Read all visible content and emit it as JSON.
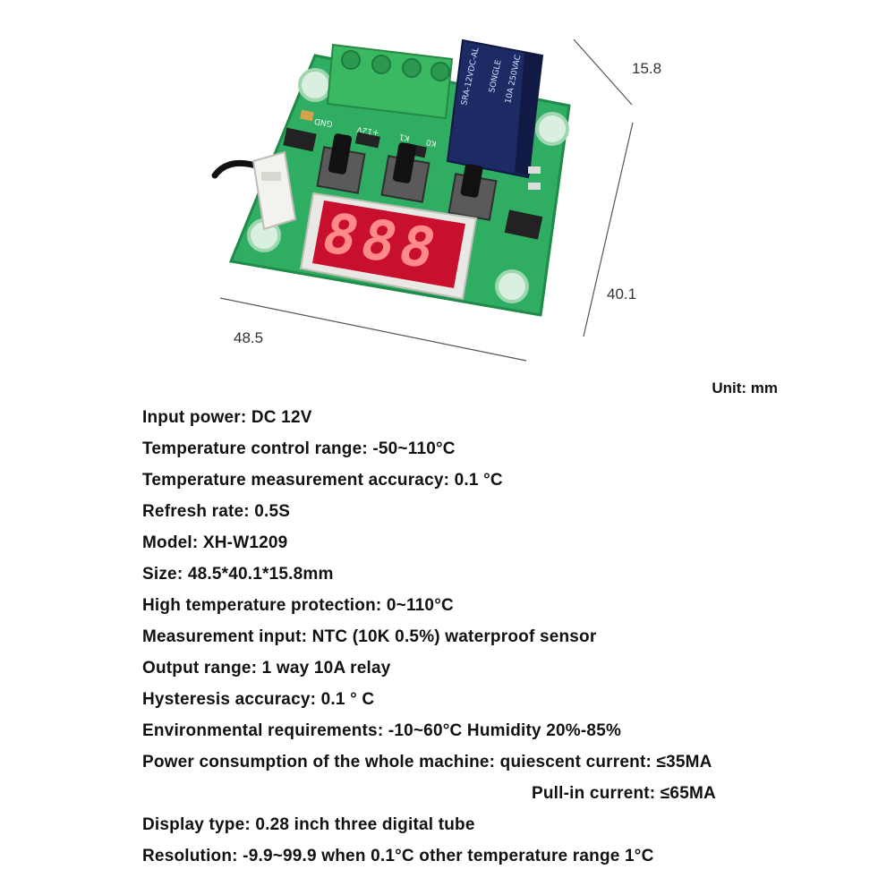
{
  "figure": {
    "dimensions": {
      "depth": "15.8",
      "height": "40.1",
      "width": "48.5"
    },
    "display_digits": "888",
    "silkscreen": {
      "gnd": "GND",
      "v12": "+12V",
      "k1": "K1",
      "k0": "K0"
    },
    "relay_text": [
      "SRA-12VDC-AL",
      "SONGLE",
      "10A 250VAC"
    ],
    "colors": {
      "pcb": "#2fae63",
      "pcb_edge": "#1f8a49",
      "terminal": "#3bb862",
      "relay": "#1d2a63",
      "display": "#c8102e"
    }
  },
  "unit_label": "Unit: mm",
  "specs": [
    "Input power: DC 12V",
    "Temperature control range: -50~110°C",
    "Temperature measurement accuracy: 0.1 °C",
    "Refresh rate: 0.5S",
    "Model: XH-W1209",
    "Size: 48.5*40.1*15.8mm",
    "High temperature protection: 0~110°C",
    "Measurement input: NTC (10K 0.5%) waterproof sensor",
    "Output range: 1 way 10A relay",
    "Hysteresis accuracy: 0.1 ° C",
    "Environmental requirements: -10~60°C Humidity 20%-85%",
    "Power consumption of the whole machine: quiescent current: ≤35MA",
    "Pull-in current: ≤65MA",
    "Display type: 0.28 inch three digital tube",
    "Resolution: -9.9~99.9 when 0.1°C other temperature range 1°C"
  ]
}
